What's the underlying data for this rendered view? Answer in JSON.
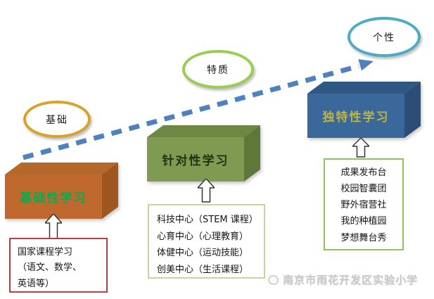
{
  "stages": [
    {
      "bubble_label": "基础",
      "bubble_border": "#D8A32B",
      "cube_label": "基础性学习",
      "cube_label_color": "#00B050",
      "cube_front": "#C0692F",
      "cube_top": "#B3682C",
      "cube_side": "#9E551E",
      "box_border": "#C03B44",
      "box_lines": [
        "国家课程学习",
        "（语文、数学、",
        "英语等）"
      ]
    },
    {
      "bubble_label": "特质",
      "bubble_border": "#9ACD50",
      "cube_label": "针对性学习",
      "cube_label_color": "#223313",
      "cube_front": "#7E9B51",
      "cube_top": "#6C8843",
      "cube_side": "#5E783A",
      "box_border": "#C3D79B",
      "box_lines": [
        "科技中心（STEM 课程）",
        "心育中心（心理教育）",
        "体健中心（运动技能）",
        "创美中心（生活课程）"
      ]
    },
    {
      "bubble_label": "个性",
      "bubble_border": "#4BACC6",
      "cube_label": "独特性学习",
      "cube_label_color": "#BFB441",
      "cube_front": "#3A689B",
      "cube_top": "#2F5885",
      "cube_side": "#2A4E77",
      "box_border": "#92C35B",
      "box_lines": [
        "成果发布台",
        "校园智囊团",
        "野外宿营社",
        "我的种植园",
        "梦想舞台秀"
      ]
    }
  ],
  "trend_arrow": {
    "color": "#4F81BD"
  },
  "watermark": {
    "text": "南京市雨花开发区实验小学",
    "color": "#C8C8C8"
  }
}
